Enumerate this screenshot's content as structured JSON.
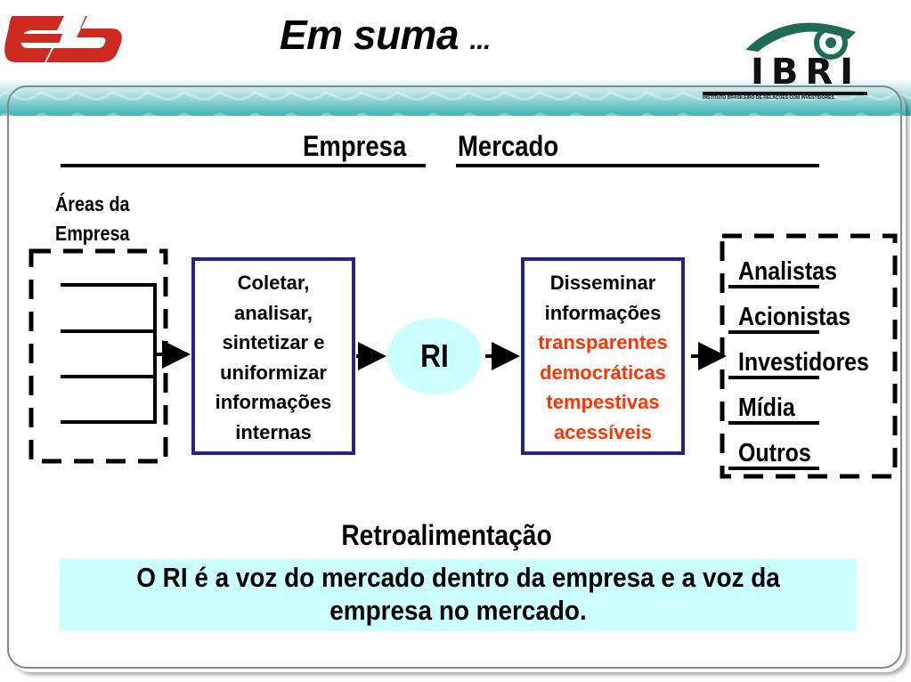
{
  "title": "Em suma",
  "title_suffix": "...",
  "ibri_logo": {
    "wordmark": "IBRI",
    "tagline": "INSTITUTO BRASILEIRO DE RELAÇÕES COM INVESTIDORES"
  },
  "top_labels": {
    "left": "Empresa",
    "right": "Mercado"
  },
  "areas_label": [
    "Áreas da",
    "Empresa"
  ],
  "collect_box": [
    "Coletar,",
    "analisar,",
    "sintetizar e",
    "uniformizar",
    "informações",
    "internas"
  ],
  "ri_label": "RI",
  "disseminate_box": {
    "lines": [
      "Disseminar",
      "informações"
    ],
    "highlighted": [
      "transparentes",
      "democráticas",
      "tempestivas",
      "acessíveis"
    ]
  },
  "audiences": [
    "Analistas",
    "Acionistas",
    "Investidores",
    "Mídia",
    "Outros"
  ],
  "feedback_title": "Retroalimentação",
  "feedback_text": [
    "O RI é a voz do mercado dentro da empresa e a voz da",
    "empresa no mercado."
  ],
  "colors": {
    "box_border": "#23238e",
    "highlight_text": "#ff3300",
    "ri_circle": "#ccffff",
    "feedback_band": "#ccffff",
    "logo_red": "#cc2a1e",
    "logo_green": "#1f6b55"
  }
}
